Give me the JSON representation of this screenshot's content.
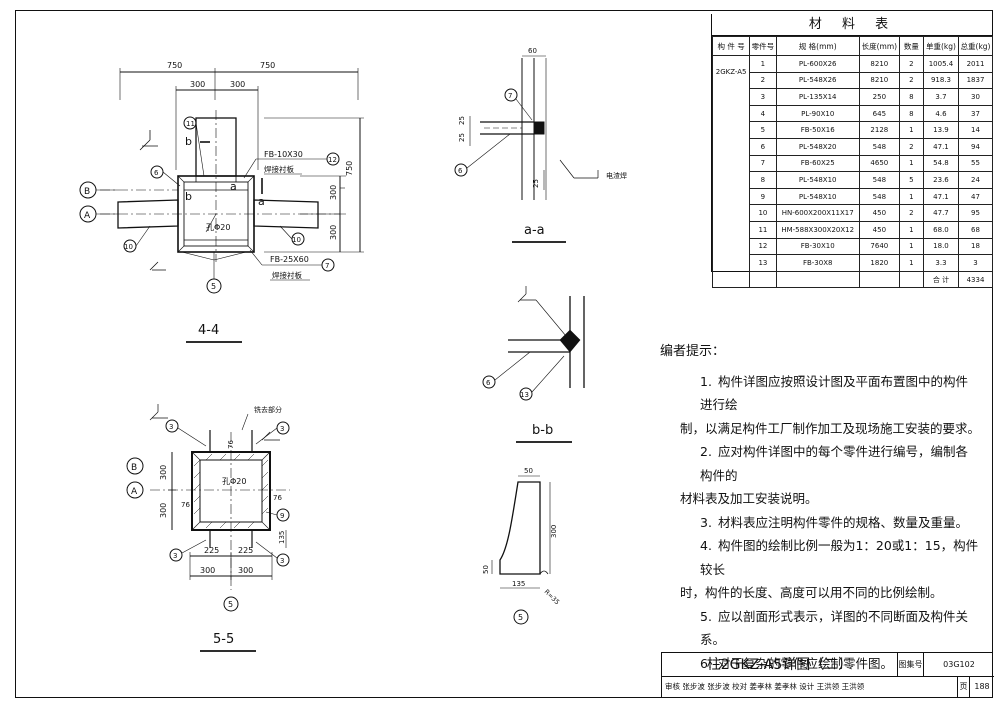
{
  "drawing": {
    "view_44": {
      "dims_top": [
        "750",
        "750",
        "300",
        "300"
      ],
      "dims_right": [
        "750",
        "300",
        "300"
      ],
      "axis_b": "B",
      "axis_a": "A",
      "callouts": [
        "11",
        "12",
        "6",
        "10",
        "10",
        "7",
        "5"
      ],
      "letters": [
        "b",
        "b",
        "a",
        "a"
      ],
      "note_fb10": "FB-10X30",
      "note_weld1": "焊接衬板",
      "note_fb25": "FB-25X60",
      "note_weld2": "焊接衬板",
      "hole": "孔Φ20",
      "section_label": "4-4"
    },
    "view_aa": {
      "dims": [
        "60",
        "25",
        "25",
        "25"
      ],
      "callouts": [
        "7",
        "6"
      ],
      "note": "电渣焊",
      "section_label": "a-a"
    },
    "view_bb": {
      "callouts": [
        "6",
        "13"
      ],
      "section_label": "b-b"
    },
    "view_55": {
      "dims_left": [
        "300",
        "300",
        "76"
      ],
      "dims_right": [
        "76",
        "135"
      ],
      "dims_bottom": [
        "225",
        "225",
        "300",
        "300"
      ],
      "dim_top": "76",
      "callouts": [
        "3",
        "3",
        "3",
        "3",
        "9",
        "5"
      ],
      "axis_b": "B",
      "axis_a": "A",
      "note_top": "铣去部分",
      "hole": "孔Φ20",
      "section_label": "5-5"
    },
    "view_part5": {
      "dims": [
        "50",
        "300",
        "50",
        "135",
        "R=35"
      ],
      "callout": "5"
    }
  },
  "material_table": {
    "title": "材 料 表",
    "headers": [
      "构 件 号",
      "零件号",
      "规  格(mm)",
      "长度(mm)",
      "数量",
      "单重(kg)",
      "总重(kg)"
    ],
    "member": "2GKZ-A5",
    "rows": [
      [
        "1",
        "PL-600X26",
        "8210",
        "2",
        "1005.4",
        "2011"
      ],
      [
        "2",
        "PL-548X26",
        "8210",
        "2",
        "918.3",
        "1837"
      ],
      [
        "3",
        "PL-135X14",
        "250",
        "8",
        "3.7",
        "30"
      ],
      [
        "4",
        "PL-90X10",
        "645",
        "8",
        "4.6",
        "37"
      ],
      [
        "5",
        "FB-50X16",
        "2128",
        "1",
        "13.9",
        "14"
      ],
      [
        "6",
        "PL-548X20",
        "548",
        "2",
        "47.1",
        "94"
      ],
      [
        "7",
        "FB-60X25",
        "4650",
        "1",
        "54.8",
        "55"
      ],
      [
        "8",
        "PL-548X10",
        "548",
        "5",
        "23.6",
        "24"
      ],
      [
        "9",
        "PL-548X10",
        "548",
        "1",
        "47.1",
        "47"
      ],
      [
        "10",
        "HN-600X200X11X17",
        "450",
        "2",
        "47.7",
        "95"
      ],
      [
        "11",
        "HM-588X300X20X12",
        "450",
        "1",
        "68.0",
        "68"
      ],
      [
        "12",
        "FB-30X10",
        "7640",
        "1",
        "18.0",
        "18"
      ],
      [
        "13",
        "FB-30X8",
        "1820",
        "1",
        "3.3",
        "3"
      ]
    ],
    "total_label": "合 计",
    "total_value": "4334"
  },
  "notes": {
    "heading": "编者提示：",
    "items": [
      {
        "n": "1.",
        "line1": "构件详图应按照设计图及平面布置图中的构件进行绘",
        "line2": "制，以满足构件工厂制作加工及现场施工安装的要求。"
      },
      {
        "n": "2.",
        "line1": "应对构件详图中的每个零件进行编号，编制各构件的",
        "line2": "材料表及加工安装说明。"
      },
      {
        "n": "3.",
        "line1": "材料表应注明构件零件的规格、数量及重量。",
        "line2": ""
      },
      {
        "n": "4.",
        "line1": "构件图的绘制比例一般为1：20或1：15，构件较长",
        "line2": "时，构件的长度、高度可以用不同的比例绘制。"
      },
      {
        "n": "5.",
        "line1": "应以剖面形式表示，详图的不同断面及构件关系。",
        "line2": ""
      },
      {
        "n": "6.",
        "line1": "对于复杂的零件应绘制零件图。",
        "line2": ""
      }
    ]
  },
  "title_block": {
    "title": "柱2GKZ-A5详图（二）",
    "atlas_label": "图集号",
    "atlas_no": "03G102",
    "page_label": "页",
    "page_no": "188",
    "sign_row": "审核 张步波 张步波 校对 姜孝林 姜孝林 设计 王洪领 王洪领"
  }
}
